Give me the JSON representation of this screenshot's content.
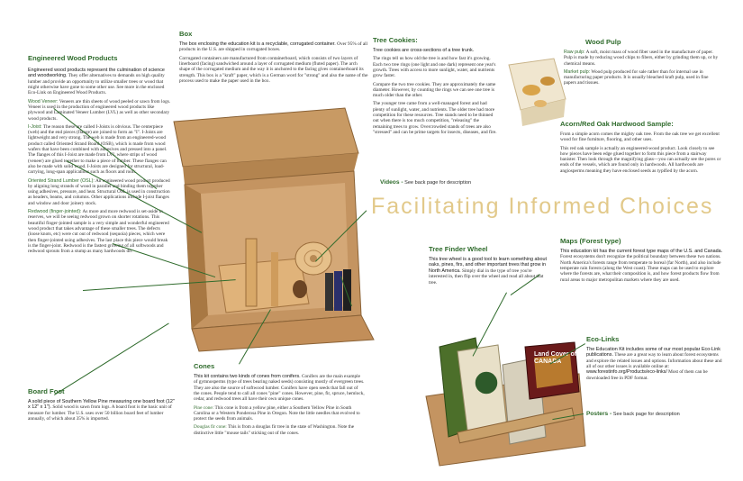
{
  "title": "Facilitating Informed Choices",
  "engineered": {
    "heading": "Engineered Wood Products",
    "lead": "Engineered wood products represent the culmination of science and woodworking.",
    "intro": "They offer alternatives to demands on high quality lumber and provide an opportunity to utilize smaller trees or wood that might otherwise have gone to some other use. See more in the enclosed Eco-Link on Engineered Wood Products.",
    "woodveneer_term": "Wood Veneer:",
    "woodveneer_text": "Veneers are thin sheets of wood peeled or sawn from logs. Veneer is used in the production of engineered wood products like plywood and Laminated Veneer Lumber (LVL) as well as other secondary wood products.",
    "ijoist_term": "I-Joist:",
    "ijoist_text": "The reason these are called I-Joists is obvious. The centerpiece (web) and the end pieces (flange) are joined to form an \"I\". I-Joists are lightweight and very strong. The web is made from an engineered-wood product called Oriented Strand Board (OSB), which is made from wood wafers that have been combined with adhesives and pressed into a panel. The flanges of this I-Joist are made from LVL where strips of wood (veneer) are glued together to make a piece of lumber. These flanges can also be made with solid wood. I-Joists are designed for structural, load-carrying, long-span applications such as floors and roofs.",
    "osl_term": "Oriented Strand Lumber (OSL):",
    "osl_text": "An engineered wood product produced by aligning long strands of wood in parallel and binding them together using adhesives, pressure, and heat. Structural OSL is used in construction as headers, beams, and columns. Other applications include I-joist flanges and window and door joinery stock.",
    "redwood_term": "Redwood (finger-jointed):",
    "redwood_text": "As more and more redwood is set-aside in reserves, we will be seeing redwood grown on shorter rotations. This beautiful finger-jointed sample is a very simple and wonderful engineered wood product that takes advantage of these smaller trees. The defects (loose knots, etc) were cut out of redwood (sequoia) pieces, which were then finger-jointed using adhesives. The last place this piece would break is the finger-joint. Redwood is the fastest growing of all softwoods and redwood sprouts from a stump as many hardwoods do."
  },
  "boardfoot": {
    "heading": "Board Foot",
    "lead": "A solid piece of Southern Yellow Pine measuring one board foot (12\" x 12\" x 1\").",
    "text": "Solid wood is sawn from logs. A board foot is the basic unit of measure for lumber. The U.S. uses over 50 billion board feet of lumber annually, of which about 35% is imported."
  },
  "box": {
    "heading": "Box",
    "lead": "The box enclosing the education kit is a recyclable, corrugated container.",
    "lead_rest": "Over 95% of all products in the U.S. are shipped in corrugated boxes.",
    "text": "Corrugated containers are manufactured from containerboard, which consists of two layers of linerboard (facing) sandwiched around a layer of corrugated medium (fluted paper). The arch shape of the corrugated medium and the way it is anchored to the facing gives containerboard its strength. This box is a \"kraft\" paper, which is a German word for \"strong\" and also the name of the process used to make the paper used in the box."
  },
  "cookies": {
    "heading": "Tree Cookies:",
    "lead": "Tree cookies are cross-sections of a tree trunk.",
    "p1": "The rings tell us how old the tree is and how fast it's growing. Each two tree rings (one light and one dark) represent one year's growth. Trees with access to more sunlight, water, and nutrients grow faster.",
    "p2": "Compare the two tree cookies. They are approximately the same diameter. However, by counting the rings we can see one tree is much older than the other.",
    "p3": "The younger tree came from a well-managed forest and had plenty of sunlight, water, and nutrients. The older tree had more competition for these resources. Tree stands need to be thinned out when there is too much competition, \"releasing\" the remaining trees to grow. Overcrowded stands of trees are also \"stressed\" and can be prime targets for insects, diseases, and fire."
  },
  "videos": {
    "heading": "Videos -",
    "text": "See back page for description"
  },
  "cones": {
    "heading": "Cones",
    "lead": "This kit contains two kinds of cones from conifers.",
    "text": "Conifers are the main example of gymnosperms (type of trees bearing naked seeds) consisting mostly of evergreen trees. They are also the source of softwood lumber. Conifers have open seeds that fall out of the cones. People tend to call all cones \"pine\" cones. However, pine, fir, spruce, hemlock, cedar, and redwood trees all have their own unique cones.",
    "pine_term": "Pine cone:",
    "pine_text": "This cone is from a yellow pine, either a Southern Yellow Pine in South Carolina or a Western Ponderosa Pine in Oregon. Note the little needles that evolved to protect the seeds from animals.",
    "doug_term": "Douglas fir cone:",
    "doug_text": "This is from a douglas fir tree in the state of Washington. Note the distinctive little \"mouse tails\" sticking out of the cones."
  },
  "pulp": {
    "heading": "Wood Pulp",
    "raw_term": "Raw pulp:",
    "raw_text": "A soft, moist mass of wood fiber used in the manufacture of paper. Pulp is made by reducing wood chips to fibers, either by grinding them up, or by chemical means.",
    "market_term": "Market pulp:",
    "market_text": "Wood pulp produced for sale rather than for internal use in manufacturing paper products. It is usually bleached kraft pulp, used in fine papers and tissues."
  },
  "acorn": {
    "heading": "Acorn/Red Oak Hardwood Sample:",
    "p1": "From a simple acorn comes the mighty oak tree. From the oak tree we get excellent wood for fine furniture, flooring, and other uses.",
    "p2": "This red oak sample is actually an engineered-wood product. Look closely to see how pieces have been edge glued together to form this piece from a stairway banister. Then look through the magnifying glass—you can actually see the pores or ends of the vessels, which are found only in hardwoods. All hardwoods are angiosperms meaning they have enclosed seeds as typified by the acorn."
  },
  "finder": {
    "heading": "Tree Finder Wheel",
    "lead": "This tree wheel is a good tool to learn something about oaks, pines, firs, and other important trees that grow in North America.",
    "text": "Simply dial in the type of tree you're interested in, then flip over the wheel and read all about that tree."
  },
  "maps": {
    "heading": "Maps (Forest type)",
    "lead": "This education kit has the current forest type maps of the U.S. and Canada.",
    "text": "Forest ecosystems don't recognize the political boundary between these two nations. North America's forests range from temperate to boreal (far North), and also include temperate rain forests (along the West coast). These maps can be used to explore where the forests are, what their composition is, and how forest products flow from rural areas to major metropolitan markets where they are used."
  },
  "ecolinks": {
    "heading": "Eco-Links",
    "lead": "The Education Kit includes some of our most popular Eco-Link publications.",
    "text": "These are a great way to learn about forest ecosystems and explore the related issues and options. Information about these and all of our other issues is available online at:",
    "url": "www.forestinfo.org/Products/eco-links/",
    "after": "Most of them can be downloaded free in PDF format."
  },
  "posters": {
    "heading": "Posters -",
    "text": "See back page for description"
  },
  "map_label": "Land Cover of CANADA"
}
